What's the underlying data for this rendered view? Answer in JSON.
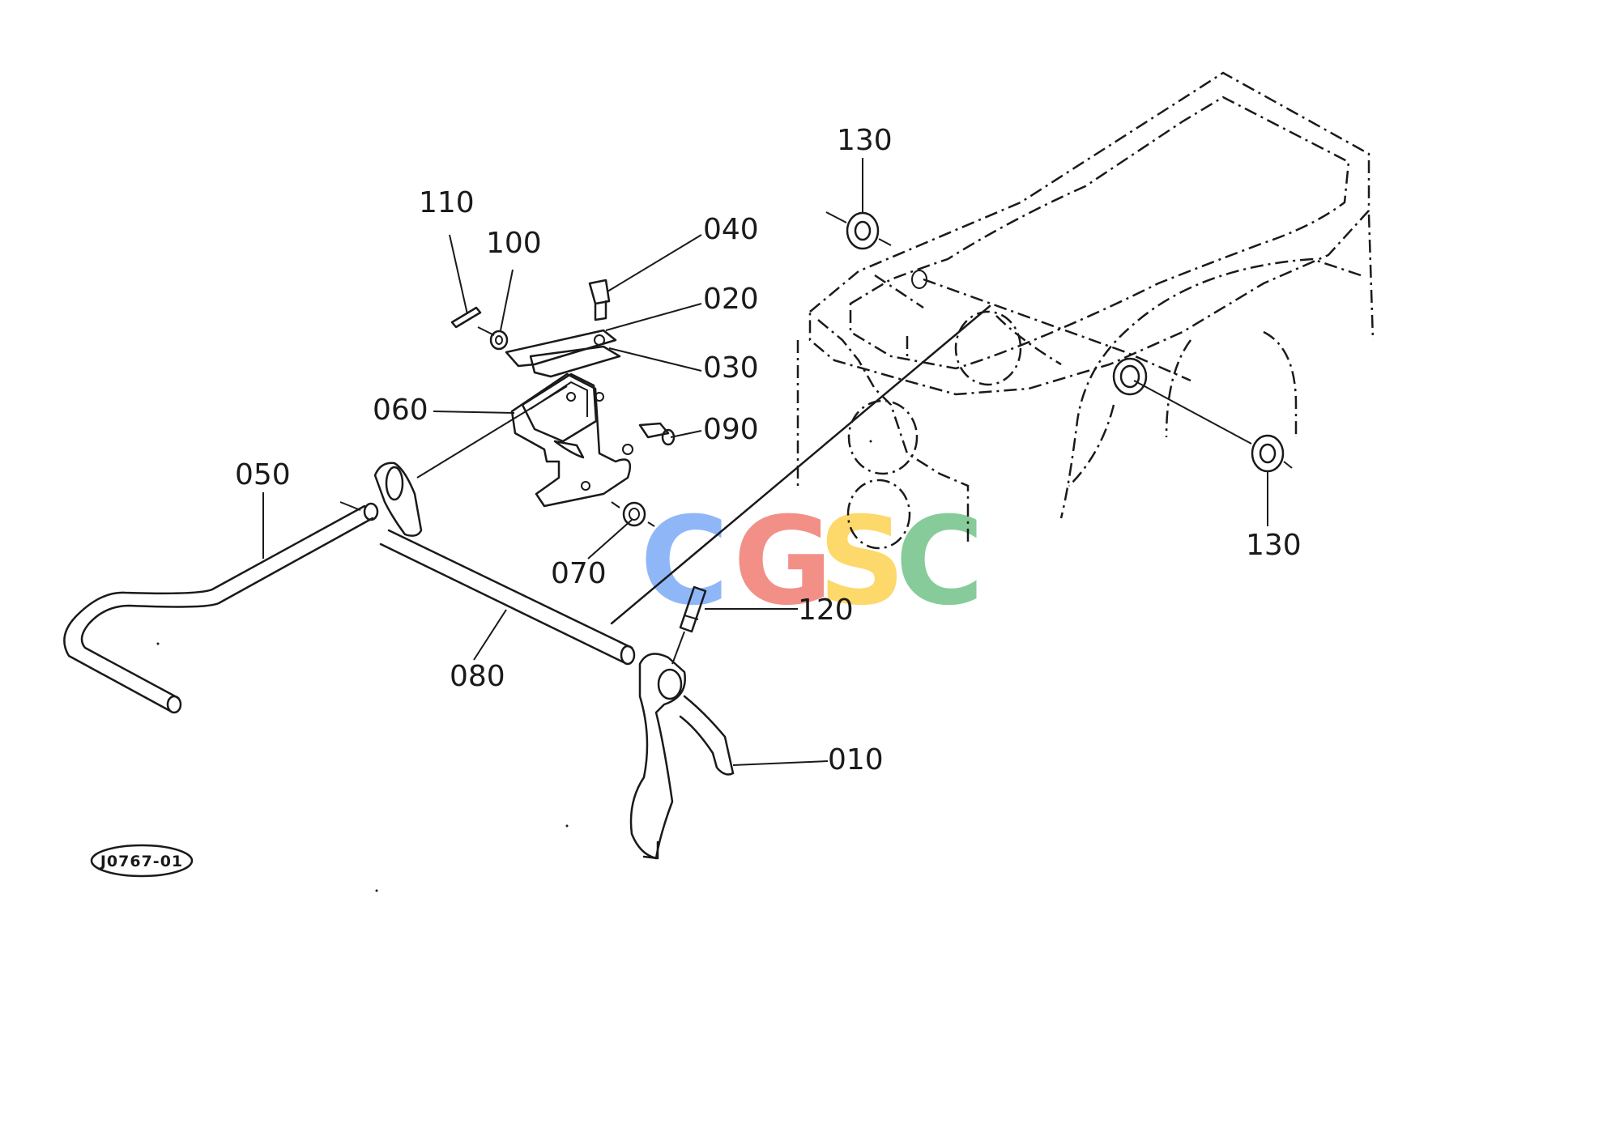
{
  "diagram": {
    "drawing_code": "J0767-01",
    "watermark": {
      "letters": [
        "C",
        "G",
        "S",
        "C"
      ],
      "colors": [
        "#8ab4f8",
        "#f28b82",
        "#fdd663",
        "#81c995"
      ]
    },
    "callouts": {
      "c010": "010",
      "c020": "020",
      "c030": "030",
      "c040": "040",
      "c050": "050",
      "c060": "060",
      "c070": "070",
      "c080": "080",
      "c090": "090",
      "c100": "100",
      "c110": "110",
      "c120": "120",
      "c130a": "130",
      "c130b": "130"
    }
  }
}
